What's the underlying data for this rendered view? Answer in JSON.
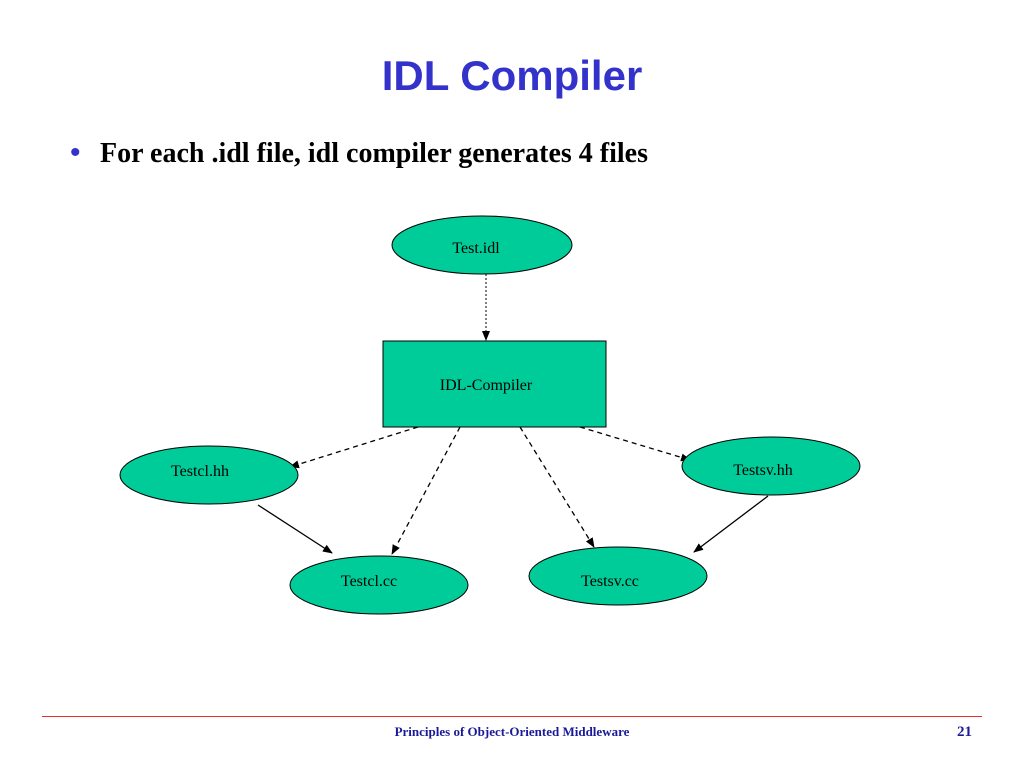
{
  "slide": {
    "title": "IDL Compiler",
    "bullet": "For each .idl file, idl compiler generates 4 files"
  },
  "diagram": {
    "nodes": {
      "test_idl": "Test.idl",
      "compiler": "IDL-Compiler",
      "testcl_hh": "Testcl.hh",
      "testsv_hh": "Testsv.hh",
      "testcl_cc": "Testcl.cc",
      "testsv_cc": "Testsv.cc"
    },
    "colors": {
      "node_fill": "#00cc99",
      "node_stroke": "#000000"
    }
  },
  "footer": {
    "text": "Principles of Object-Oriented Middleware",
    "page": "21"
  },
  "colors": {
    "title": "#3333cc",
    "footer": "#1a1a99",
    "rule": "#e53030"
  }
}
